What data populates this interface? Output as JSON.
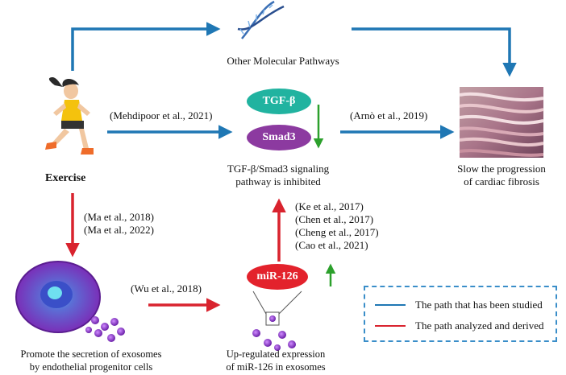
{
  "colors": {
    "studied": "#1f77b4",
    "derived": "#d9232e",
    "up_arrow": "#2ca02c",
    "tgf": "#21b3a0",
    "smad": "#8c3aa0",
    "mir": "#e3222c"
  },
  "labels": {
    "other_pathways": "Other Molecular Pathways",
    "exercise": "Exercise",
    "mehdipoor": "(Mehdipoor et al., 2021)",
    "arno": "(Arnò et al., 2019)",
    "tgf_beta": "TGF-β",
    "smad3": "Smad3",
    "inhibited_line1": "TGF-β/Smad3 signaling",
    "inhibited_line2": "pathway is inhibited",
    "fibrosis_line1": "Slow the progression",
    "fibrosis_line2": "of cardiac fibrosis",
    "ma_refs": [
      "(Ma et al., 2018)",
      "(Ma et al., 2022)"
    ],
    "mir_refs": [
      "(Ke et al., 2017)",
      "(Chen et al., 2017)",
      "(Cheng et al., 2017)",
      "(Cao et al., 2021)"
    ],
    "wu": "(Wu et al., 2018)",
    "mir126": "miR-126",
    "exosome_line1": "Promote the secretion of exosomes",
    "exosome_line2": "by endothelial progenitor cells",
    "upreg_line1": "Up-regulated expression",
    "upreg_line2": "of miR-126 in exosomes"
  },
  "icons": {
    "dna": "dna-helix-icon",
    "runner": "runner-exercise-icon",
    "fibrosis": "cardiac-fibrosis-tissue-image",
    "cell": "endothelial-progenitor-cell-icon",
    "exosome": "exosome-particles-icon"
  },
  "legend": {
    "studied": "The path that has been studied",
    "derived": "The path analyzed and derived"
  }
}
